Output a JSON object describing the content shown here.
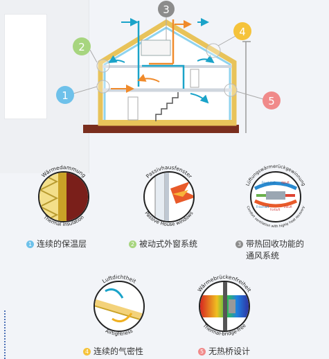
{
  "markers": [
    {
      "number": "1",
      "color": "#6ec1ea"
    },
    {
      "number": "2",
      "color": "#a7d57f"
    },
    {
      "number": "3",
      "color": "#8c8c8c"
    },
    {
      "number": "4",
      "color": "#f5c33b"
    },
    {
      "number": "5",
      "color": "#f08a8a"
    }
  ],
  "icons": {
    "insulation": {
      "top_label": "Wärmedammung",
      "bottom_label": "Thermal insulation"
    },
    "windows": {
      "top_label": "Passivhausfenster",
      "bottom_label": "Passive House windows"
    },
    "ventilation": {
      "top_label": "Lüftungswärmerückgewinnung",
      "bottom_label": "Comfort ventilation with highly heat recovery",
      "inner_labels": [
        "Feuchtluft",
        "Abluft",
        "Frischluft",
        "Fortluft",
        "Zuluft"
      ]
    },
    "airtightness": {
      "top_label": "Luftdichtheit",
      "bottom_label": "Airtightness"
    },
    "thermal_bridge": {
      "top_label": "Wärmebrückenfreiheit",
      "bottom_label": "Thermal-bridge-free"
    }
  },
  "captions": {
    "c1": {
      "num": "1",
      "text": "连续的保温层"
    },
    "c2": {
      "num": "2",
      "text": "被动式外窗系统"
    },
    "c3": {
      "num": "3",
      "line1": "带热回收功能的",
      "line2": "通风系统"
    },
    "c4": {
      "num": "4",
      "text": "连续的气密性"
    },
    "c5": {
      "num": "5",
      "text": "无热桥设计"
    }
  }
}
